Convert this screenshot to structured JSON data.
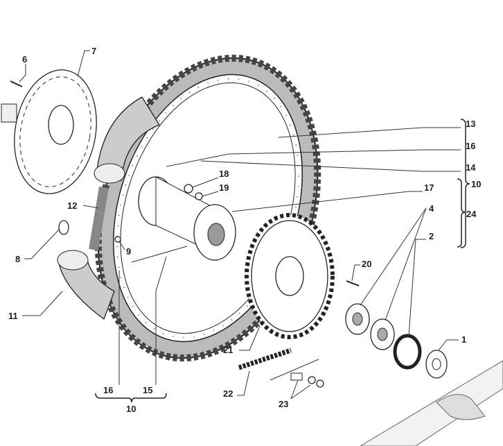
{
  "diagram": {
    "title": "Rear wheel exploded view",
    "labels": {
      "p6": "6",
      "p7": "7",
      "p13": "13",
      "p16a": "16",
      "p14": "14",
      "p10a": "10",
      "p18": "18",
      "p19": "19",
      "p17": "17",
      "p4": "4",
      "p24": "24",
      "p2": "2",
      "p12": "12",
      "p8": "8",
      "p9": "9",
      "p20": "20",
      "p11": "11",
      "p21": "21",
      "p1": "1",
      "p16b": "16",
      "p15": "15",
      "p10b": "10",
      "p22": "22",
      "p23": "23"
    }
  }
}
